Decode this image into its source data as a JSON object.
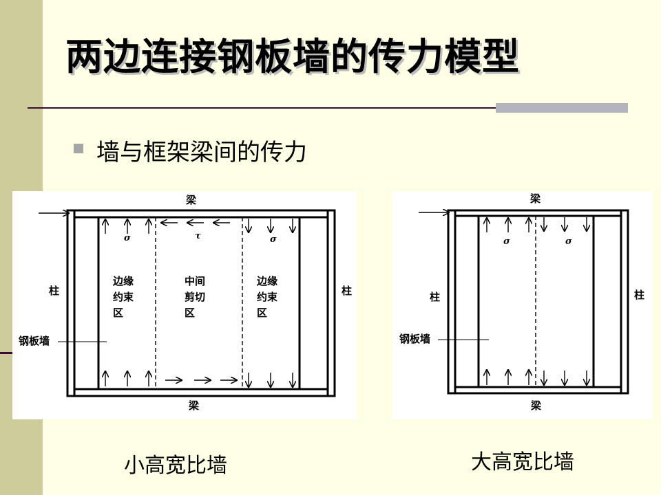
{
  "title": "两边连接钢板墙的传力模型",
  "bullet": "墙与框架梁间的传力",
  "left_diagram": {
    "beam_top": "梁",
    "beam_bottom": "梁",
    "column_left": "柱",
    "column_right": "柱",
    "steel_wall": "钢板墙",
    "zone_left": [
      "边缘",
      "约束",
      "区"
    ],
    "zone_middle": [
      "中间",
      "剪切",
      "区"
    ],
    "zone_right": [
      "边缘",
      "约束",
      "区"
    ],
    "sigma_left": "σ",
    "tau": "τ",
    "sigma_right": "σ",
    "caption": "小高宽比墙"
  },
  "right_diagram": {
    "beam_top": "梁",
    "beam_bottom": "梁",
    "column_left": "柱",
    "column_right": "柱",
    "steel_wall": "钢板墙",
    "sigma_left": "σ",
    "sigma_right": "σ",
    "caption": "大高宽比墙"
  },
  "colors": {
    "background": "#ffffe5",
    "side_bar": "#cdcc9a",
    "rule": "#3a0a3a",
    "panel": "#ffffff"
  }
}
